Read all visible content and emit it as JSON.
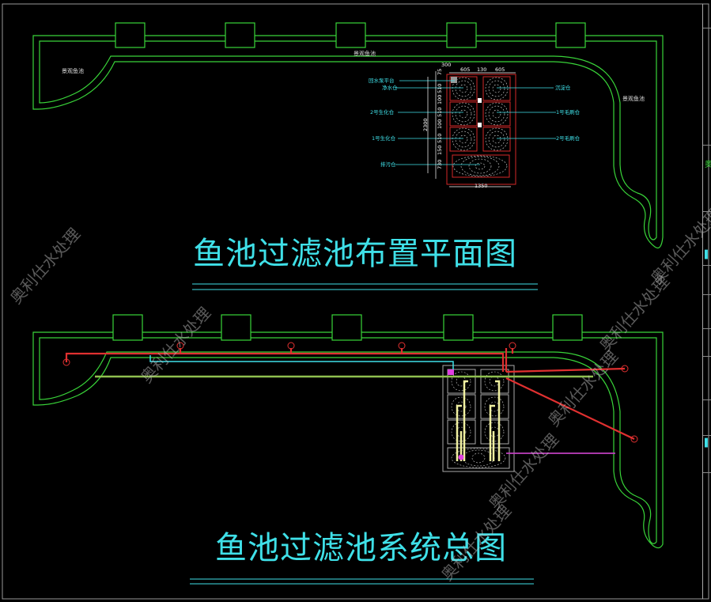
{
  "colors": {
    "background": "#000000",
    "pond_outline": "#39d439",
    "filter_wall": "#d42828",
    "label": "#3fe0e8",
    "dimension": "#ffffff",
    "pipe_red": "#e03030",
    "pipe_cyan": "#3fe0e8",
    "pipe_green": "#8fbf4f",
    "pipe_magenta": "#c040c0",
    "pipe_yellow": "#f0f0a0"
  },
  "plan": {
    "title": "鱼池过滤池布置平面图",
    "pond_label_left": "景观鱼池",
    "pond_label_top": "景观鱼池",
    "pond_label_right": "景观鱼池",
    "chambers": {
      "return_pump": "回水泵平台",
      "clean_water": "净水仓",
      "bio2": "2号生化仓",
      "bio1": "1号生化仓",
      "sewage": "排污仓",
      "sediment": "沉淀仓",
      "brush1": "1号毛刷仓",
      "brush2": "2号毛刷仓"
    },
    "dimensions": {
      "top_offset": "300",
      "width_left": "605",
      "width_mid": "130",
      "width_right": "605",
      "total_height": "2300",
      "total_width": "1350",
      "rows": [
        "75",
        "510",
        "100",
        "510",
        "100",
        "510",
        "150",
        "730"
      ]
    }
  },
  "system": {
    "title": "鱼池过滤池系统总图"
  },
  "watermark": "奥利仕水处理",
  "side_panel": {
    "mark_top": "奥",
    "mark_mid": "▌",
    "mark_low": "▌"
  }
}
